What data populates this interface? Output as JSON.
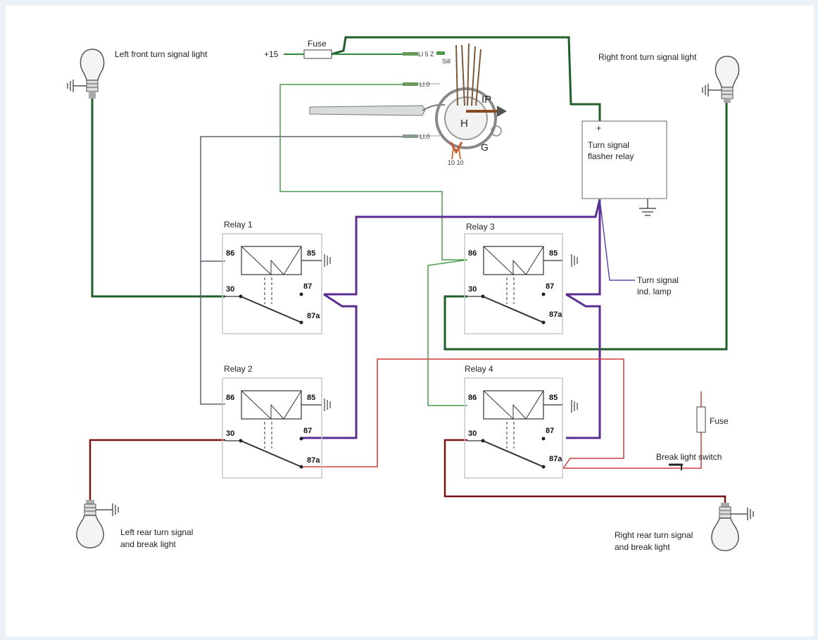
{
  "colors": {
    "green_dark": "#1f5e2a",
    "green_light": "#4a9a4a",
    "purple": "#5a2d91",
    "red": "#d03a3a",
    "dark_red": "#7a1414",
    "violet": "#5b4aa8",
    "gray_wire": "#5a6470",
    "relay_border": "#c9c9c9"
  },
  "labels": {
    "left_front": "Left front turn signal light",
    "right_front": "Right front turn signal light",
    "left_rear_1": "Left rear turn signal",
    "left_rear_2": "and break light",
    "right_rear_1": "Right rear turn signal",
    "right_rear_2": "and break light",
    "fuse_top": "Fuse",
    "plus15": "+15",
    "flasher_plus": "+",
    "flasher_1": "Turn signal",
    "flasher_2": "flasher relay",
    "ind_1": "Turn signal",
    "ind_2": "ind. lamp",
    "fuse_right": "Fuse",
    "brake_switch": "Break light switch"
  },
  "relays": [
    {
      "title": "Relay 1",
      "p86": "86",
      "p85": "85",
      "p30": "30",
      "p87": "87",
      "p87a": "87a"
    },
    {
      "title": "Relay 2",
      "p86": "86",
      "p85": "85",
      "p30": "30",
      "p87": "87",
      "p87a": "87a"
    },
    {
      "title": "Relay 3",
      "p86": "86",
      "p85": "85",
      "p30": "30",
      "p87": "87",
      "p87a": "87a"
    },
    {
      "title": "Relay 4",
      "p86": "86",
      "p85": "85",
      "p30": "30",
      "p87": "87",
      "p87a": "87a"
    }
  ],
  "stalk": {
    "t1": "Ll 5 Z",
    "t2": "Sill",
    "t3": "Ll.0",
    "t4": "Ll.0",
    "t5": "IP",
    "t6": "H",
    "t7": "G",
    "t8": "10 10"
  }
}
